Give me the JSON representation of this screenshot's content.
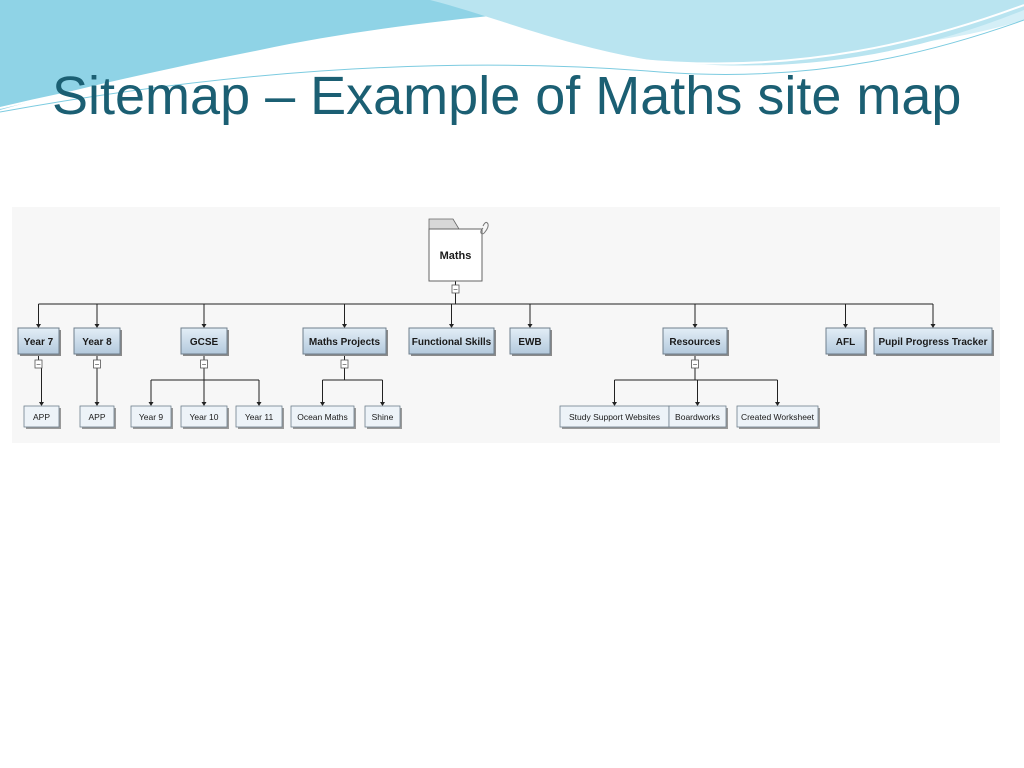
{
  "slide": {
    "title": "Sitemap – Example of Maths site map"
  },
  "colors": {
    "title": "#1b5f73",
    "wave_dark": "#8fd3e6",
    "wave_light": "#d4eff7",
    "node_fill_top": "#e3eef7",
    "node_fill_bottom": "#b3c9dc",
    "node_border": "#6f7f8c",
    "leaf_fill": "#edf3f8",
    "connector": "#222222"
  },
  "sitemap": {
    "root": {
      "label": "Maths",
      "icon": "folder-icon",
      "attachment_icon": "paperclip-icon",
      "collapse_symbol": "−"
    },
    "sections": [
      {
        "label": "Year 7",
        "collapse_symbol": "−",
        "children": [
          "APP"
        ]
      },
      {
        "label": "Year 8",
        "collapse_symbol": "−",
        "children": [
          "APP"
        ]
      },
      {
        "label": "GCSE",
        "collapse_symbol": "−",
        "children": [
          "Year 9",
          "Year 10",
          "Year 11"
        ]
      },
      {
        "label": "Maths Projects",
        "collapse_symbol": "−",
        "children": [
          "Ocean Maths",
          "Shine"
        ]
      },
      {
        "label": "Functional Skills",
        "children": []
      },
      {
        "label": "EWB",
        "children": []
      },
      {
        "label": "Resources",
        "collapse_symbol": "−",
        "children": [
          "Study Support Websites",
          "Boardworks",
          "Created Worksheet"
        ]
      },
      {
        "label": "AFL",
        "children": []
      },
      {
        "label": "Pupil Progress Tracker",
        "children": []
      }
    ]
  }
}
